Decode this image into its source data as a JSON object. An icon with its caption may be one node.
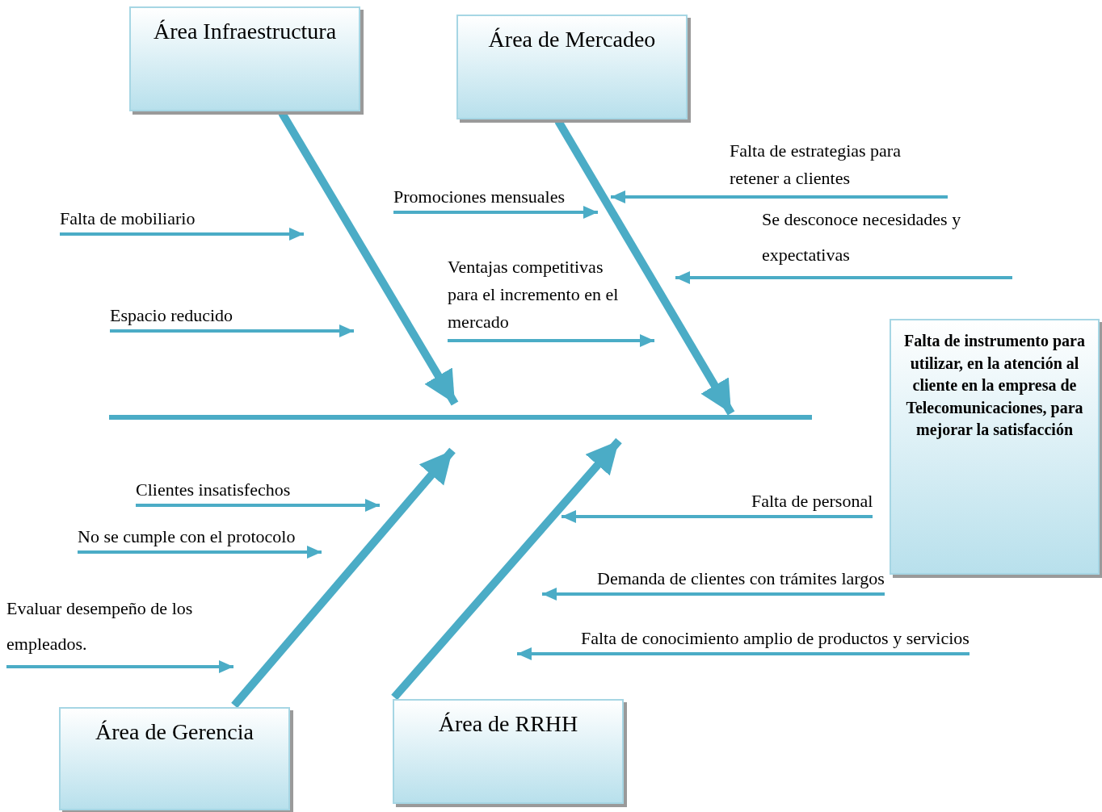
{
  "diagram": {
    "nodes": [
      {
        "text": [
          "Área Infraestructura"
        ]
      },
      {
        "text": [
          "Área de Mercadeo"
        ]
      },
      {
        "text": [
          "Falta de mobiliario"
        ]
      },
      {
        "text": [
          "Espacio reducido"
        ]
      },
      {
        "text": [
          "Promociones mensuales"
        ]
      },
      {
        "text": [
          "Ventajas competitivas para el incremento en el mercado"
        ]
      },
      {
        "text": [
          "Falta de estrategias para retener a clientes"
        ]
      },
      {
        "text": [
          "Se desconoce necesidades y expectativas"
        ]
      },
      {
        "text": [
          "Falta de instrumento para utilizar, en la atención al cliente en la empresa de Telecomunicaciones, para mejorar la satisfacción"
        ]
      },
      {
        "text": [
          "Clientes insatisfechos"
        ]
      },
      {
        "text": [
          "No se cumple con el protocolo"
        ]
      },
      {
        "text": [
          "Evaluar desempeño de los empleados."
        ]
      },
      {
        "text": [
          "Falta de personal"
        ]
      },
      {
        "text": [
          "Demanda de clientes con trámites largos"
        ]
      },
      {
        "text": [
          "Falta de conocimiento amplio de productos y servicios"
        ]
      },
      {
        "text": [
          "Área de Gerencia"
        ]
      },
      {
        "text": [
          "Área de RRHH"
        ]
      }
    ],
    "edges": [
      {
        "from": 0,
        "to": null,
        "arrow": "to",
        "style": "thick"
      },
      {
        "from": 1,
        "to": null,
        "arrow": "to",
        "style": "thick"
      },
      {
        "from": 15,
        "to": null,
        "arrow": "to",
        "style": "thick"
      },
      {
        "from": 16,
        "to": null,
        "arrow": "to",
        "style": "thick"
      },
      {
        "from": 2,
        "to": null,
        "arrow": "to"
      },
      {
        "from": 3,
        "to": null,
        "arrow": "to"
      },
      {
        "from": 4,
        "to": null,
        "arrow": "to"
      },
      {
        "from": 5,
        "to": null,
        "arrow": "to"
      },
      {
        "from": 6,
        "to": null,
        "arrow": "to"
      },
      {
        "from": 7,
        "to": null,
        "arrow": "to"
      },
      {
        "from": 9,
        "to": null,
        "arrow": "to"
      },
      {
        "from": 10,
        "to": null,
        "arrow": "to"
      },
      {
        "from": 11,
        "to": null,
        "arrow": "to"
      },
      {
        "from": 12,
        "to": null,
        "arrow": "to"
      },
      {
        "from": 13,
        "to": null,
        "arrow": "to"
      },
      {
        "from": 14,
        "to": null,
        "arrow": "to"
      }
    ]
  }
}
